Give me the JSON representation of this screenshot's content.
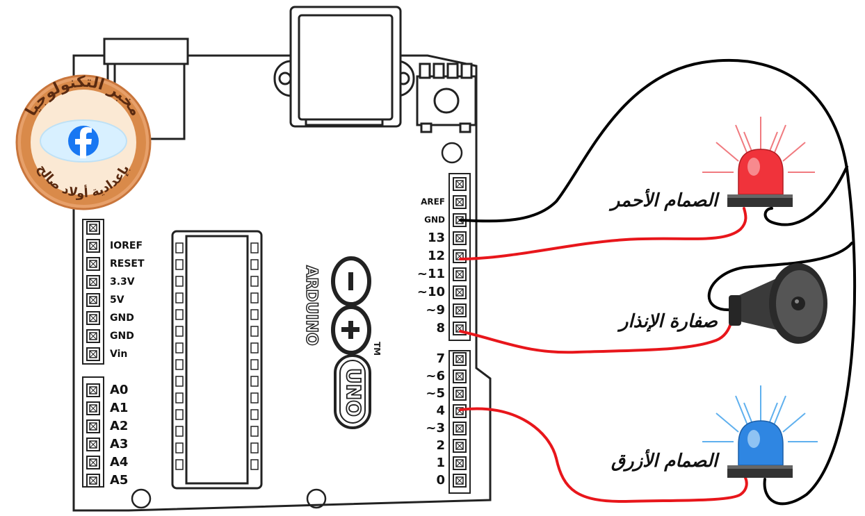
{
  "board": {
    "brand": "ARDUINO",
    "model": "UNO",
    "trademark": "TM"
  },
  "left_pins": {
    "power": [
      "IOREF",
      "RESET",
      "3.3V",
      "5V",
      "GND",
      "GND",
      "Vin"
    ],
    "analog": [
      "A0",
      "A1",
      "A2",
      "A3",
      "A4",
      "A5"
    ]
  },
  "right_pins": {
    "top": [
      "AREF",
      "GND",
      "13",
      "12",
      "~11",
      "~10",
      "~9",
      "8"
    ],
    "bottom": [
      "7",
      "~6",
      "~5",
      "4",
      "~3",
      "2",
      "1",
      "0"
    ]
  },
  "components": {
    "red_light": "الصمام الأحمر",
    "siren": "صفارة الإنذار",
    "blue_light": "الصمام الأزرق"
  },
  "logo": {
    "top_text": "مخبر التكنولوجيا",
    "bottom_text": "بإعدادية أولاد صالح",
    "icon": "facebook-icon"
  },
  "colors": {
    "red_wire": "#e8161b",
    "black_wire": "#000000",
    "red_light": "#f0333b",
    "blue_light": "#2f86e2",
    "logo_ring": "#d98a4a",
    "logo_inner": "#fbe9d4"
  }
}
